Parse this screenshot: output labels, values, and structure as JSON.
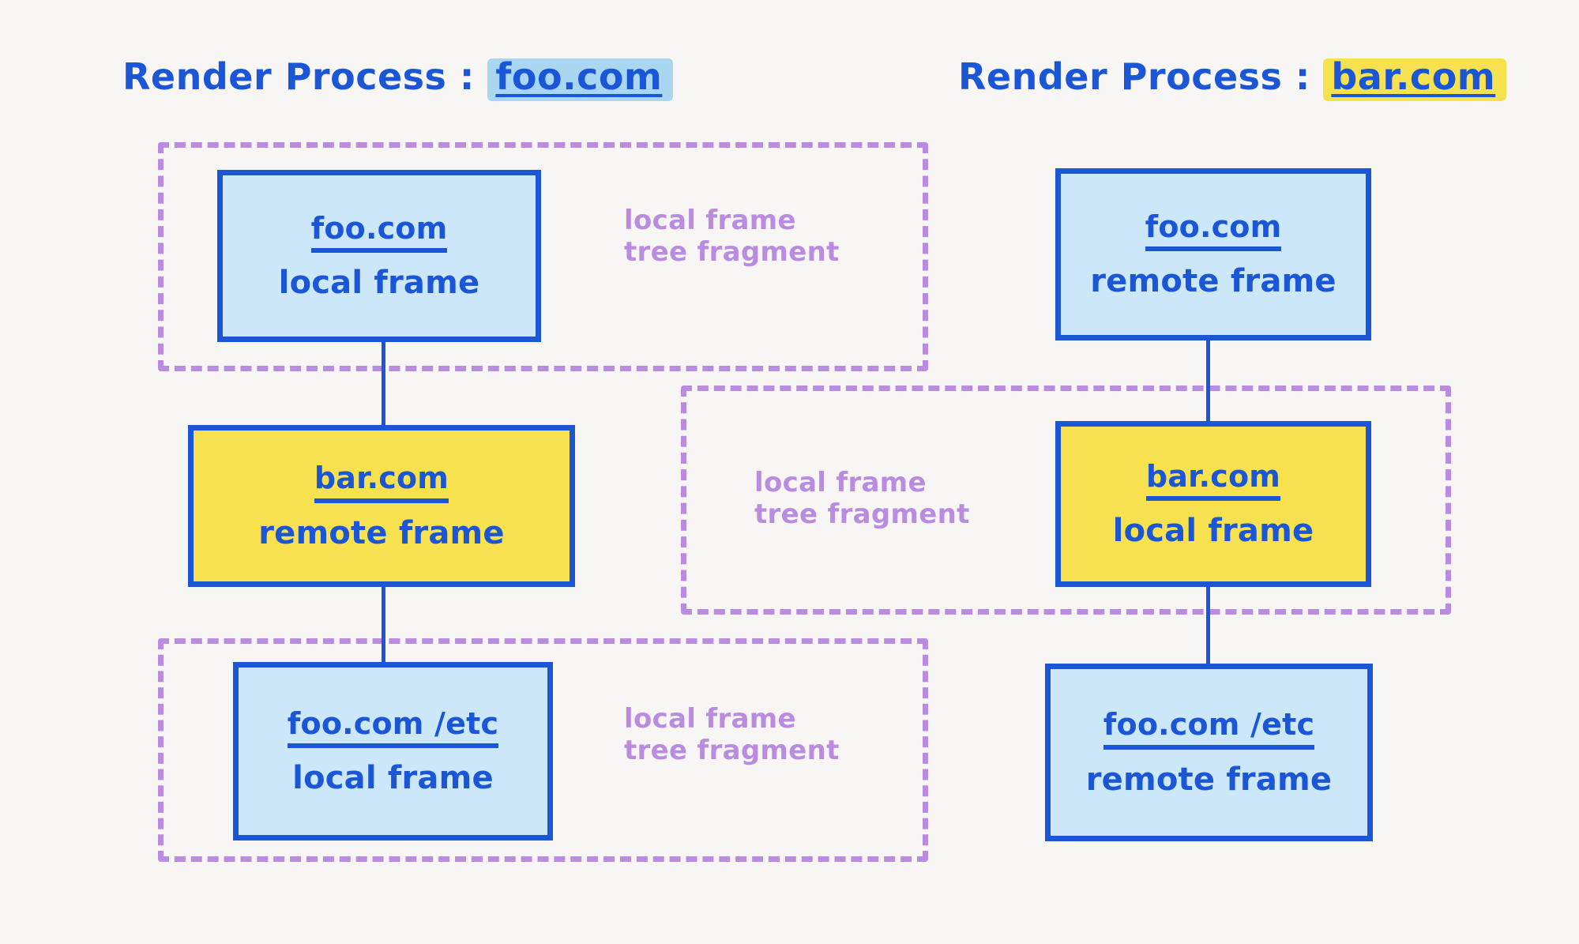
{
  "background_color": "#f7f6f4",
  "palette": {
    "ink_blue": "#1a56d6",
    "fill_light_blue": "#cbe7f8",
    "fill_yellow": "#f7e14e",
    "highlight_blue": "#a9d7f2",
    "highlight_yellow": "#f7e14e",
    "dashed_purple": "#b98ce0"
  },
  "processes": [
    {
      "title_prefix": "Render Process : ",
      "title_origin": "foo.com",
      "highlight": "blue"
    },
    {
      "title_prefix": "Render Process : ",
      "title_origin": "bar.com",
      "highlight": "yellow"
    }
  ],
  "left_column": {
    "boxes": [
      {
        "origin": "foo.com",
        "kind": "local frame",
        "fill": "blue"
      },
      {
        "origin": "bar.com",
        "kind": "remote frame",
        "fill": "yellow"
      },
      {
        "origin": "foo.com /etc",
        "kind": "local frame",
        "fill": "blue"
      }
    ],
    "fragments": [
      {
        "label": "local frame\ntree fragment"
      },
      {
        "label": "local frame\ntree fragment"
      }
    ]
  },
  "right_column": {
    "boxes": [
      {
        "origin": "foo.com",
        "kind": "remote frame",
        "fill": "blue"
      },
      {
        "origin": "bar.com",
        "kind": "local frame",
        "fill": "yellow"
      },
      {
        "origin": "foo.com /etc",
        "kind": "remote frame",
        "fill": "blue"
      }
    ],
    "fragments": [
      {
        "label": "local frame\ntree fragment"
      }
    ]
  }
}
